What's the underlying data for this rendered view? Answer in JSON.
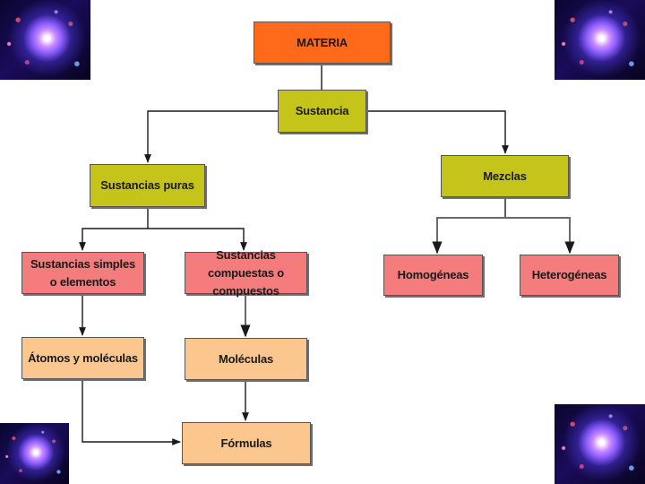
{
  "colors": {
    "root": "#ff6a1a",
    "level_olive": "#c4c41a",
    "level_pink": "#f47c7c",
    "level_peach": "#fbc78f",
    "connector": "#1a1a1a"
  },
  "nodes": {
    "materia": "MATERIA",
    "sustancia": "Sustancia",
    "sustancias_puras": "Sustancias puras",
    "mezclas": "Mezclas",
    "sustancias_simples": "Sustancias simples o elementos",
    "sustancias_compuestas": "Sustancias compuestas o compuestos",
    "homogeneas": "Homogéneas",
    "heterogeneas": "Heterogéneas",
    "atomos_moleculas": "Átomos y moléculas",
    "moleculas": "Moléculas",
    "formulas": "Fórmulas"
  },
  "decorations": [
    "galaxy-image",
    "galaxy-image",
    "galaxy-image",
    "galaxy-image"
  ]
}
